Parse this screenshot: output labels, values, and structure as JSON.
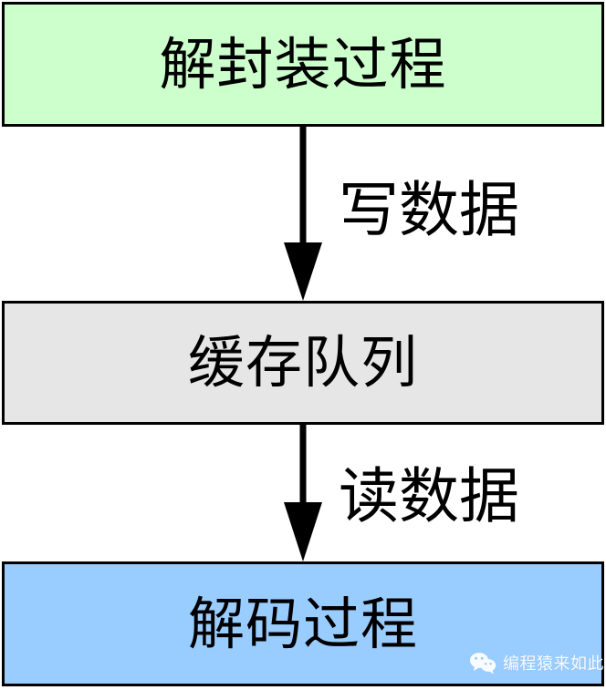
{
  "diagram": {
    "type": "flowchart",
    "orientation": "vertical",
    "title": "",
    "nodes": [
      {
        "id": "demux",
        "label": "解封装过程",
        "fill": "#ccffcc",
        "stroke": "#000000"
      },
      {
        "id": "queue",
        "label": "缓存队列",
        "fill": "#e6e6e6",
        "stroke": "#000000"
      },
      {
        "id": "decode",
        "label": "解码过程",
        "fill": "#99ccff",
        "stroke": "#000000"
      }
    ],
    "edges": [
      {
        "id": "write",
        "from": "demux",
        "to": "queue",
        "label": "写数据",
        "arrow": "solid-triangle",
        "color": "#000000"
      },
      {
        "id": "read",
        "from": "queue",
        "to": "decode",
        "label": "读数据",
        "arrow": "solid-triangle",
        "color": "#000000"
      }
    ]
  },
  "watermark": {
    "icon": "wechat-icon",
    "text": "编程猿来如此",
    "color": "#ffffff"
  }
}
